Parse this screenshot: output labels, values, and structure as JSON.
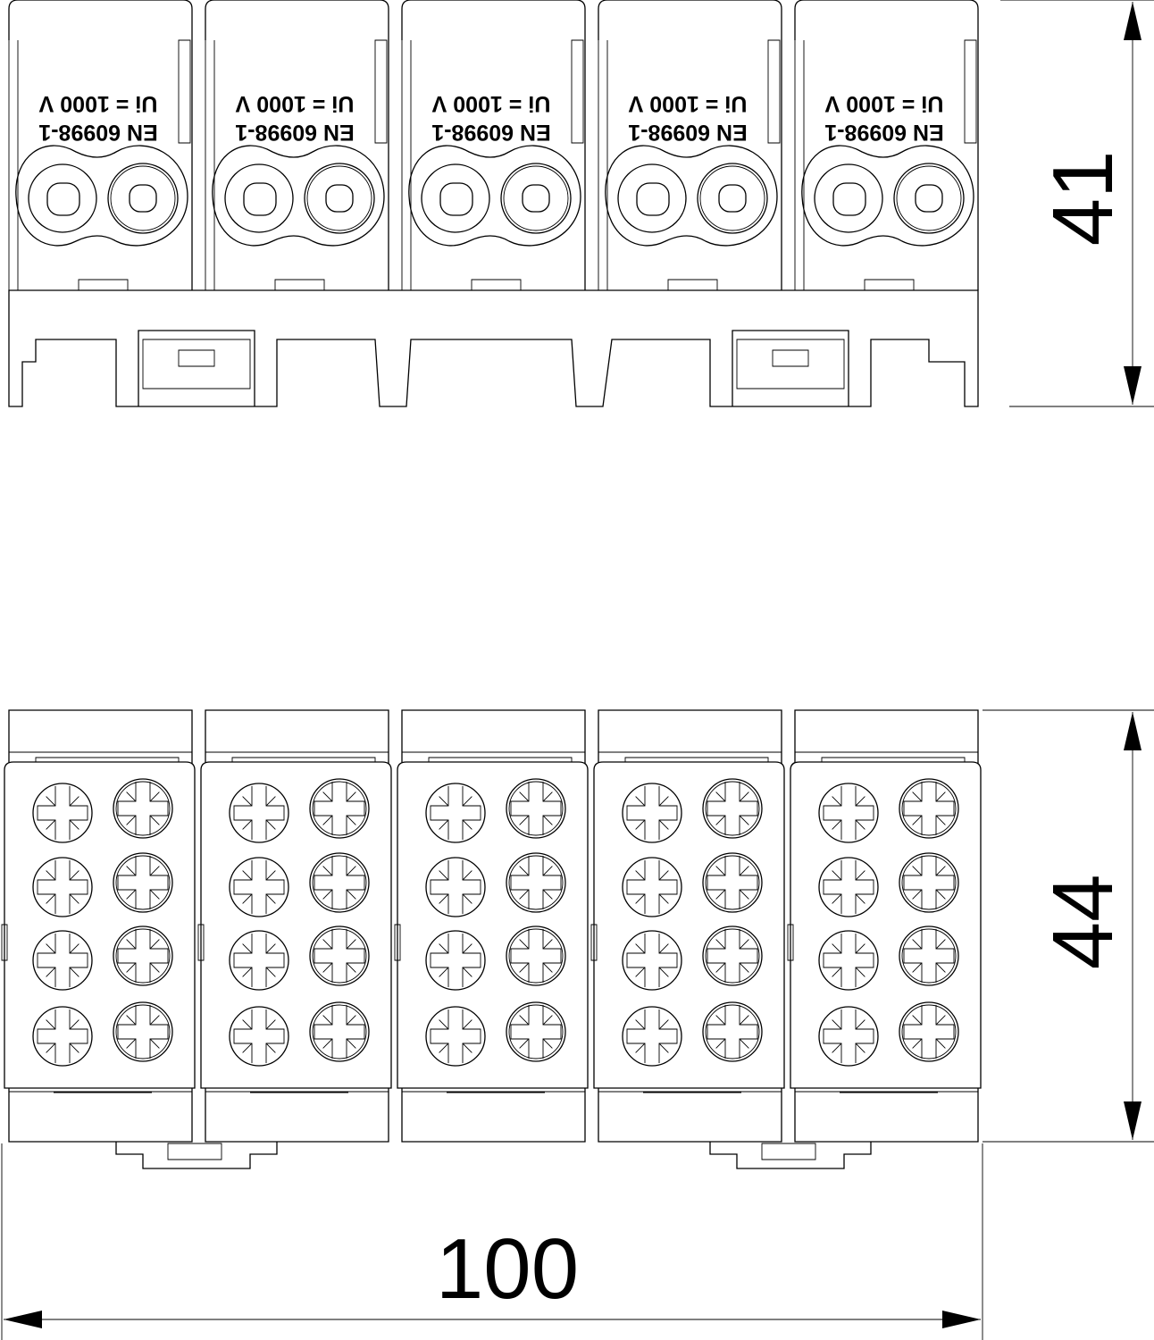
{
  "drawing": {
    "module_count": 5,
    "front_view": {
      "marking_line1": "EN 60998-1",
      "marking_line2": "Ui = 1000 V"
    },
    "top_view": {
      "screws_per_module": 8
    },
    "dimensions": {
      "height_front": "41",
      "depth_top": "44",
      "width": "100"
    },
    "line_color": "#000000",
    "background": "#ffffff"
  }
}
